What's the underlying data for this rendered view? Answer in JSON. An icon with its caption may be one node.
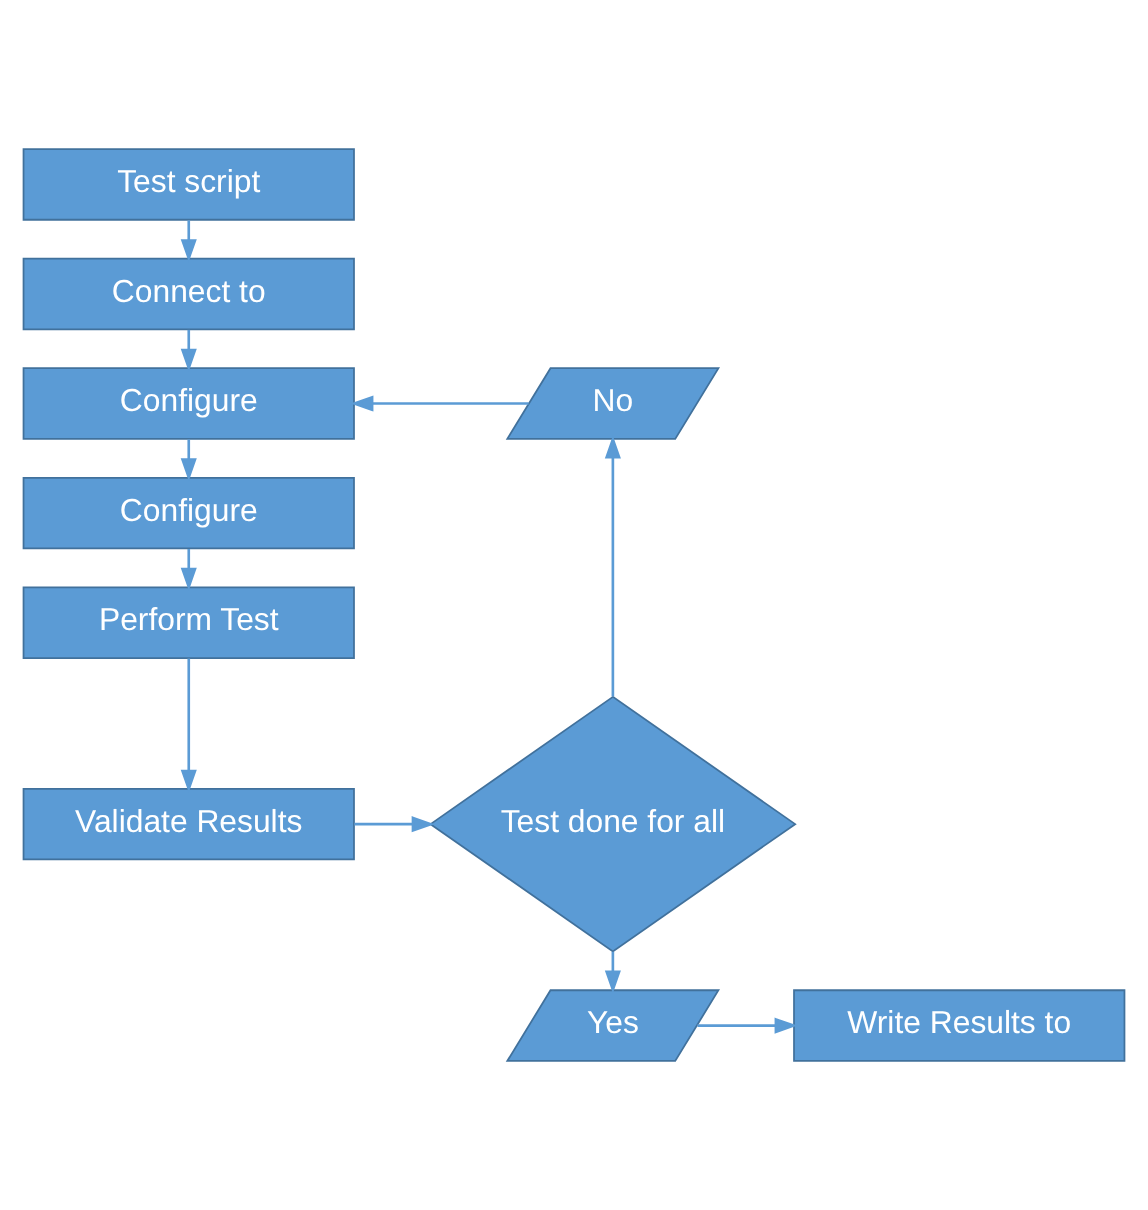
{
  "diagram": {
    "nodes": [
      {
        "text": [
          "Test script"
        ]
      },
      {
        "text": [
          "Connect to"
        ]
      },
      {
        "text": [
          "Configure"
        ]
      },
      {
        "text": [
          "Configure"
        ]
      },
      {
        "text": [
          "Perform Test"
        ]
      },
      {
        "text": [
          "Validate Results"
        ]
      },
      {
        "text": [
          "Test done for all"
        ]
      },
      {
        "text": [
          "No"
        ]
      },
      {
        "text": [
          "Yes"
        ]
      },
      {
        "text": [
          "Write Results to"
        ]
      }
    ],
    "edges": [
      {
        "from": 0,
        "to": 1,
        "arrow": "to"
      },
      {
        "from": 1,
        "to": 2,
        "arrow": "to"
      },
      {
        "from": 2,
        "to": 3,
        "arrow": "to"
      },
      {
        "from": 3,
        "to": 4,
        "arrow": "to"
      },
      {
        "from": 4,
        "to": 5,
        "arrow": "to"
      },
      {
        "from": 5,
        "to": 6,
        "arrow": "to"
      },
      {
        "from": 6,
        "to": 7,
        "arrow": "to"
      },
      {
        "from": 7,
        "to": 2,
        "arrow": "to"
      },
      {
        "from": 6,
        "to": 8,
        "arrow": "to"
      },
      {
        "from": 8,
        "to": 9,
        "arrow": "to"
      }
    ]
  }
}
